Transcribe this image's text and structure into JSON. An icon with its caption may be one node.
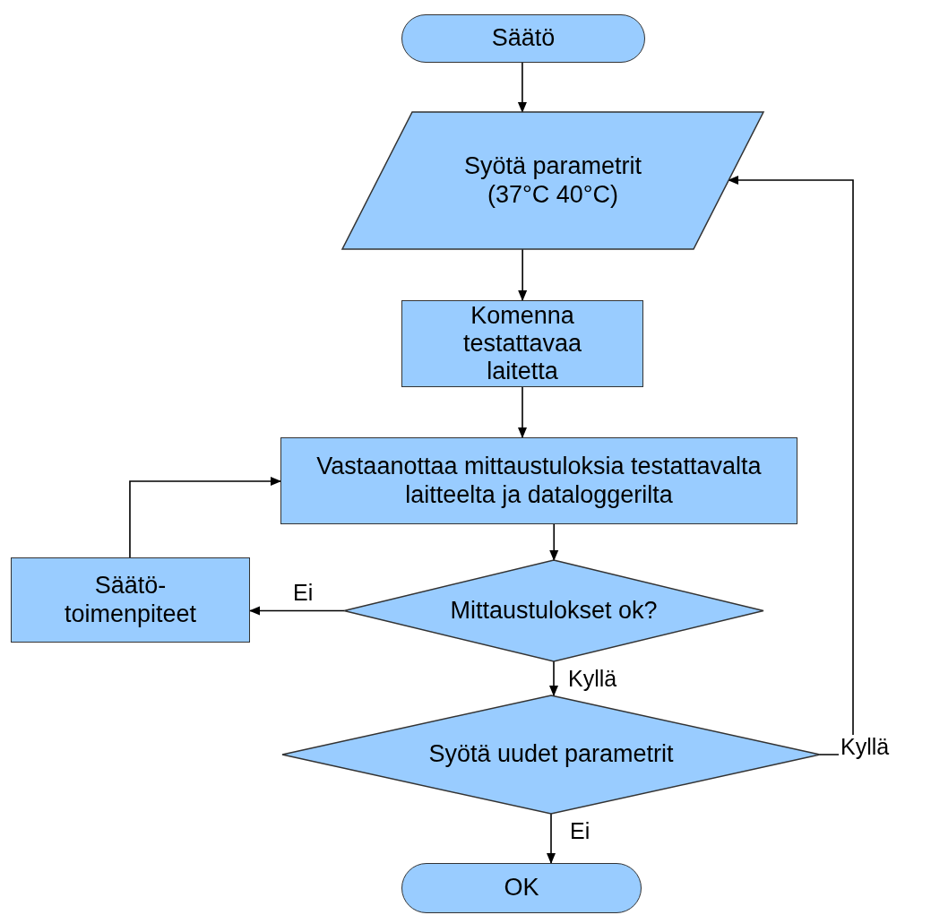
{
  "diagram": {
    "nodes": [
      {
        "text": [
          "Säätö"
        ]
      },
      {
        "text": [
          "Syötä parametrit (37°C 40°C)"
        ]
      },
      {
        "text": [
          "Komenna testattavaa laitetta"
        ]
      },
      {
        "text": [
          "Vastaanottaa mittaustuloksia testattavalta laitteelta ja dataloggerilta"
        ]
      },
      {
        "text": [
          "Mittaustulokset ok?"
        ]
      },
      {
        "text": [
          "Säätö-toimenpiteet"
        ]
      },
      {
        "text": [
          "Syötä uudet parametrit"
        ]
      },
      {
        "text": [
          "OK"
        ]
      }
    ],
    "edges": [
      {
        "from": 0,
        "to": 1,
        "arrow": "to"
      },
      {
        "from": 1,
        "to": 2,
        "arrow": "to"
      },
      {
        "from": 2,
        "to": 3,
        "arrow": "to"
      },
      {
        "from": 3,
        "to": 4,
        "arrow": "to"
      },
      {
        "from": 4,
        "to": 5,
        "arrow": "to",
        "label": "Ei"
      },
      {
        "from": 5,
        "to": 3,
        "arrow": "to"
      },
      {
        "from": 4,
        "to": 6,
        "arrow": "to",
        "label": "Kyllä"
      },
      {
        "from": 6,
        "to": 1,
        "arrow": "to",
        "label": "Kyllä"
      },
      {
        "from": 6,
        "to": 7,
        "arrow": "to",
        "label": "Ei"
      }
    ]
  }
}
